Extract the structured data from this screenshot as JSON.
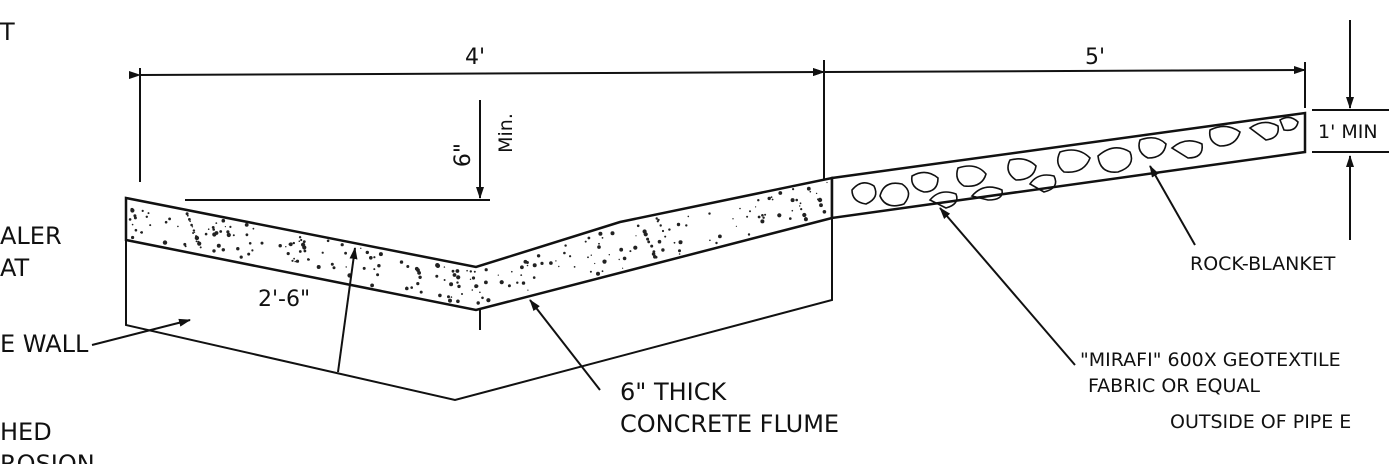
{
  "dimensions": {
    "flume_width": "4'",
    "rock_width": "5'",
    "depth": "6\"",
    "depth_min": "Min.",
    "rock_thickness": "1' MIN",
    "wall_depth": "2'-6\""
  },
  "labels": {
    "partial_top_left": "T",
    "partial_sealer": "ALER",
    "partial_at": "AT",
    "partial_wall": "E WALL",
    "partial_hed": "HED",
    "partial_rosion": "ROSION",
    "flume_line1": "6\" THICK",
    "flume_line2": "CONCRETE FLUME",
    "rock_blanket": "ROCK-BLANKET",
    "geotextile_line1": "\"MIRAFI\" 600X GEOTEXTILE",
    "geotextile_line2": "FABRIC OR EQUAL",
    "outside_pipe": "OUTSIDE OF PIPE E"
  }
}
